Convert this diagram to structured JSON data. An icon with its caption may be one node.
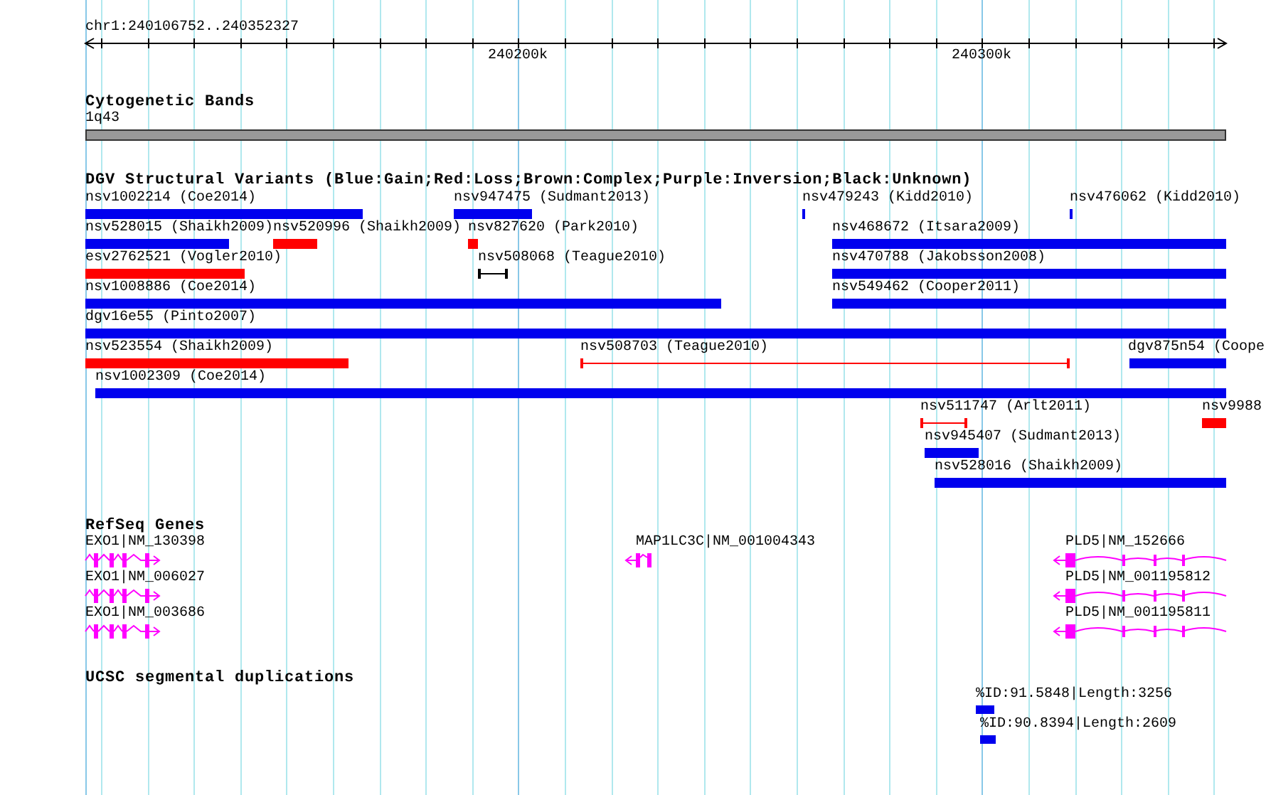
{
  "diagram": {
    "nodes": [
      {
        "text": [
          "1q43"
        ]
      },
      {
        "text": [
          "nsv1002214 (Coe2014)"
        ]
      },
      {
        "text": [
          "nsv947475 (Sudmant2013)"
        ]
      },
      {
        "text": [
          "nsv479243 (Kidd2010)"
        ]
      },
      {
        "text": [
          "nsv476062 (Kidd2010)"
        ]
      },
      {
        "text": [
          "nsv528015 (Shaikh2009)"
        ]
      },
      {
        "text": [
          "nsv520996 (Shaikh2009)"
        ]
      },
      {
        "text": [
          "nsv827620 (Park2010)"
        ]
      },
      {
        "text": [
          "nsv468672 (Itsara2009)"
        ]
      },
      {
        "text": [
          "esv2762521 (Vogler2010)"
        ]
      },
      {
        "text": [
          "nsv508068 (Teague2010)"
        ]
      },
      {
        "text": [
          "nsv470788 (Jakobsson2008)"
        ]
      },
      {
        "text": [
          "nsv1008886 (Coe2014)"
        ]
      },
      {
        "text": [
          "nsv549462 (Cooper2011)"
        ]
      },
      {
        "text": [
          "dgv16e55 (Pinto2007)"
        ]
      },
      {
        "text": [
          "nsv523554 (Shaikh2009)"
        ]
      },
      {
        "text": [
          "nsv508703 (Teague2010)"
        ]
      },
      {
        "text": [
          "dgv875n54 (Coope"
        ]
      },
      {
        "text": [
          "nsv1002309 (Coe2014)"
        ]
      },
      {
        "text": [
          "nsv511747 (Arlt2011)"
        ]
      },
      {
        "text": [
          "nsv9988"
        ]
      },
      {
        "text": [
          "nsv945407 (Sudmant2013)"
        ]
      },
      {
        "text": [
          "nsv528016 (Shaikh2009)"
        ]
      },
      {
        "text": [
          "EXO1|NM_130398"
        ]
      },
      {
        "text": [
          "MAP1LC3C|NM_001004343"
        ]
      },
      {
        "text": [
          "PLD5|NM_152666"
        ]
      },
      {
        "text": [
          "EXO1|NM_006027"
        ]
      },
      {
        "text": [
          "PLD5|NM_001195812"
        ]
      },
      {
        "text": [
          "EXO1|NM_003686"
        ]
      },
      {
        "text": [
          "PLD5|NM_001195811"
        ]
      },
      {
        "text": [
          "%ID:91.5848|Length:3256"
        ]
      },
      {
        "text": [
          "%ID:90.8394|Length:2609"
        ]
      }
    ],
    "labels": [
      "chr1:240106752..240352327",
      "240200k",
      "240300k",
      "Cytogenetic Bands",
      "DGV Structural Variants (Blue:Gain;Red:Loss;Brown:Complex;Purple:Inversion;Black:Unknown)",
      "RefSeq Genes",
      "UCSC segmental duplications"
    ]
  }
}
